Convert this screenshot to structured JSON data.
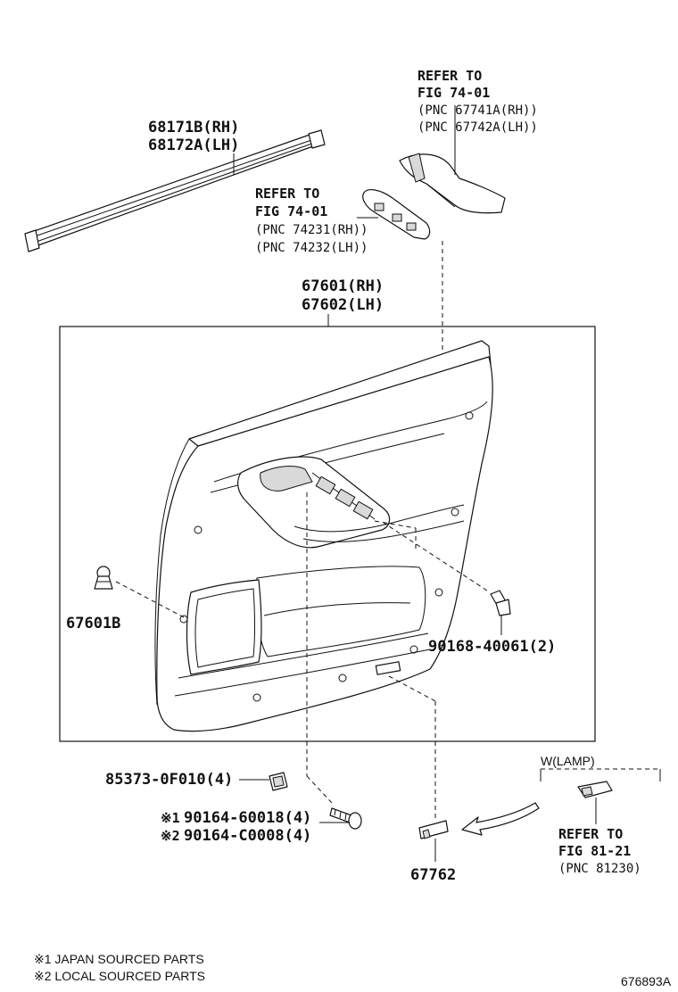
{
  "callouts": {
    "belt_rh": "68171B(RH)",
    "belt_lh": "68172A(LH)",
    "trim_rh": "67601(RH)",
    "trim_lh": "67602(LH)",
    "clip": "67601B",
    "screw": "90168-40061(2)",
    "nut": "85373-0F010(4)",
    "bolt1_mark": "※1",
    "bolt1": "90164-60018(4)",
    "bolt2_mark": "※2",
    "bolt2": "90164-C0008(4)",
    "reflector": "67762",
    "wlamp": "W(LAMP)"
  },
  "refs": {
    "pull_handle": {
      "refer": "REFER TO",
      "fig": "FIG 74-01",
      "pnc_rh": "(PNC 67741A(RH))",
      "pnc_lh": "(PNC 67742A(LH))"
    },
    "switch_base": {
      "refer": "REFER TO",
      "fig": "FIG 74-01",
      "pnc_rh": "(PNC 74231(RH))",
      "pnc_lh": "(PNC 74232(LH))"
    },
    "lamp": {
      "refer": "REFER TO",
      "fig": "FIG 81-21",
      "pnc": "(PNC 81230)"
    }
  },
  "footnotes": {
    "note1": "※1 JAPAN SOURCED PARTS",
    "note2": "※2 LOCAL SOURCED PARTS"
  },
  "illustration_id": "676893A"
}
